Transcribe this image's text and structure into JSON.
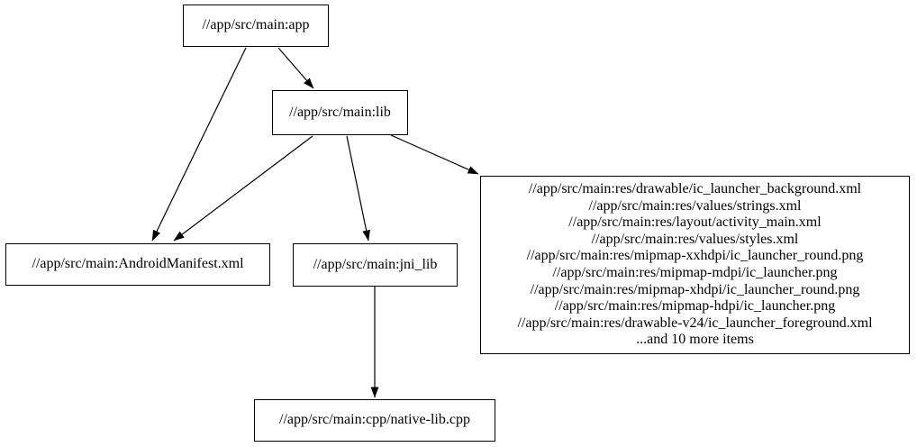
{
  "diagram": {
    "kind": "dependency-graph",
    "background_color": "#ffffff",
    "node_fill_color": "#ffffff",
    "node_border_color": "#000000",
    "edge_color": "#000000",
    "text_color": "#000000",
    "nodes": {
      "app": {
        "label": "//app/src/main:app"
      },
      "lib": {
        "label": "//app/src/main:lib"
      },
      "manifest": {
        "label": "//app/src/main:AndroidManifest.xml"
      },
      "jni_lib": {
        "label": "//app/src/main:jni_lib"
      },
      "resources": {
        "lines": [
          "//app/src/main:res/drawable/ic_launcher_background.xml",
          "//app/src/main:res/values/strings.xml",
          "//app/src/main:res/layout/activity_main.xml",
          "//app/src/main:res/values/styles.xml",
          "//app/src/main:res/mipmap-xxhdpi/ic_launcher_round.png",
          "//app/src/main:res/mipmap-mdpi/ic_launcher.png",
          "//app/src/main:res/mipmap-xhdpi/ic_launcher_round.png",
          "//app/src/main:res/mipmap-hdpi/ic_launcher.png",
          "//app/src/main:res/drawable-v24/ic_launcher_foreground.xml",
          "...and 10 more items"
        ]
      },
      "native_cpp": {
        "label": "//app/src/main:cpp/native-lib.cpp"
      }
    },
    "edges": [
      {
        "from": "//app/src/main:app",
        "to": "//app/src/main:lib"
      },
      {
        "from": "//app/src/main:app",
        "to": "//app/src/main:AndroidManifest.xml"
      },
      {
        "from": "//app/src/main:lib",
        "to": "//app/src/main:AndroidManifest.xml"
      },
      {
        "from": "//app/src/main:lib",
        "to": "//app/src/main:jni_lib"
      },
      {
        "from": "//app/src/main:lib",
        "to": "resources-group"
      },
      {
        "from": "//app/src/main:jni_lib",
        "to": "//app/src/main:cpp/native-lib.cpp"
      }
    ]
  }
}
